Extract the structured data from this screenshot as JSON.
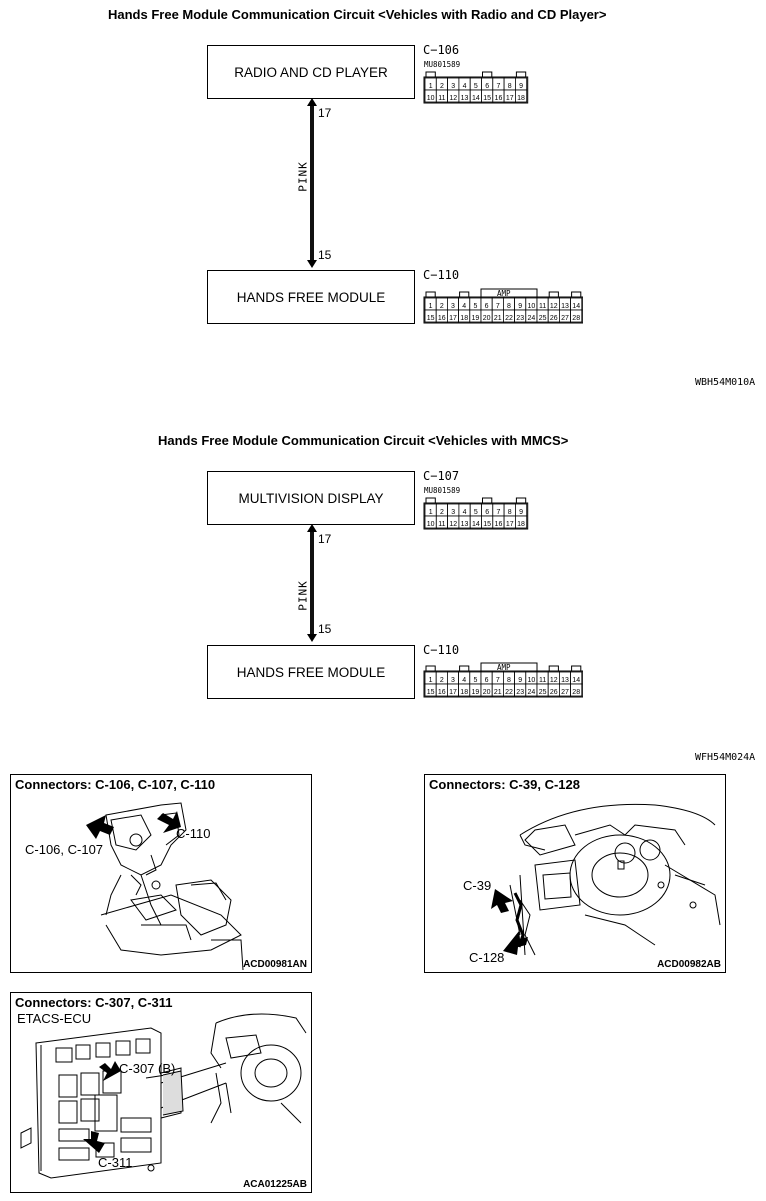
{
  "diagram1": {
    "title": "Hands Free Module Communication Circuit <Vehicles with Radio and CD Player>",
    "upper_box": "RADIO AND CD PLAYER",
    "upper_connector": "C−106",
    "upper_part": "MU801589",
    "upper_pin": "17",
    "wire_color": "PINK",
    "lower_pin": "15",
    "lower_box": "HANDS FREE MODULE",
    "lower_connector": "C−110",
    "lower_amp": "AMP",
    "code": "WBH54M010A"
  },
  "diagram2": {
    "title": "Hands Free Module Communication Circuit <Vehicles with MMCS>",
    "upper_box": "MULTIVISION DISPLAY",
    "upper_connector": "C−107",
    "upper_part": "MU801589",
    "upper_pin": "17",
    "wire_color": "PINK",
    "lower_pin": "15",
    "lower_box": "HANDS FREE MODULE",
    "lower_connector": "C−110",
    "lower_amp": "AMP",
    "code": "WFH54M024A"
  },
  "panels": {
    "p1": {
      "title": "Connectors: C-106, C-107, C-110",
      "label_a": "C-110",
      "label_b": "C-106, C-107",
      "code": "ACD00981AN"
    },
    "p2": {
      "title": "Connectors: C-39, C-128",
      "label_a": "C-39",
      "label_b": "C-128",
      "code": "ACD00982AB"
    },
    "p3": {
      "title": "Connectors: C-307, C-311",
      "label_etacs": "ETACS-ECU",
      "label_a": "C-307 (B)",
      "label_b": "C-311",
      "code": "ACA01225AB"
    }
  }
}
